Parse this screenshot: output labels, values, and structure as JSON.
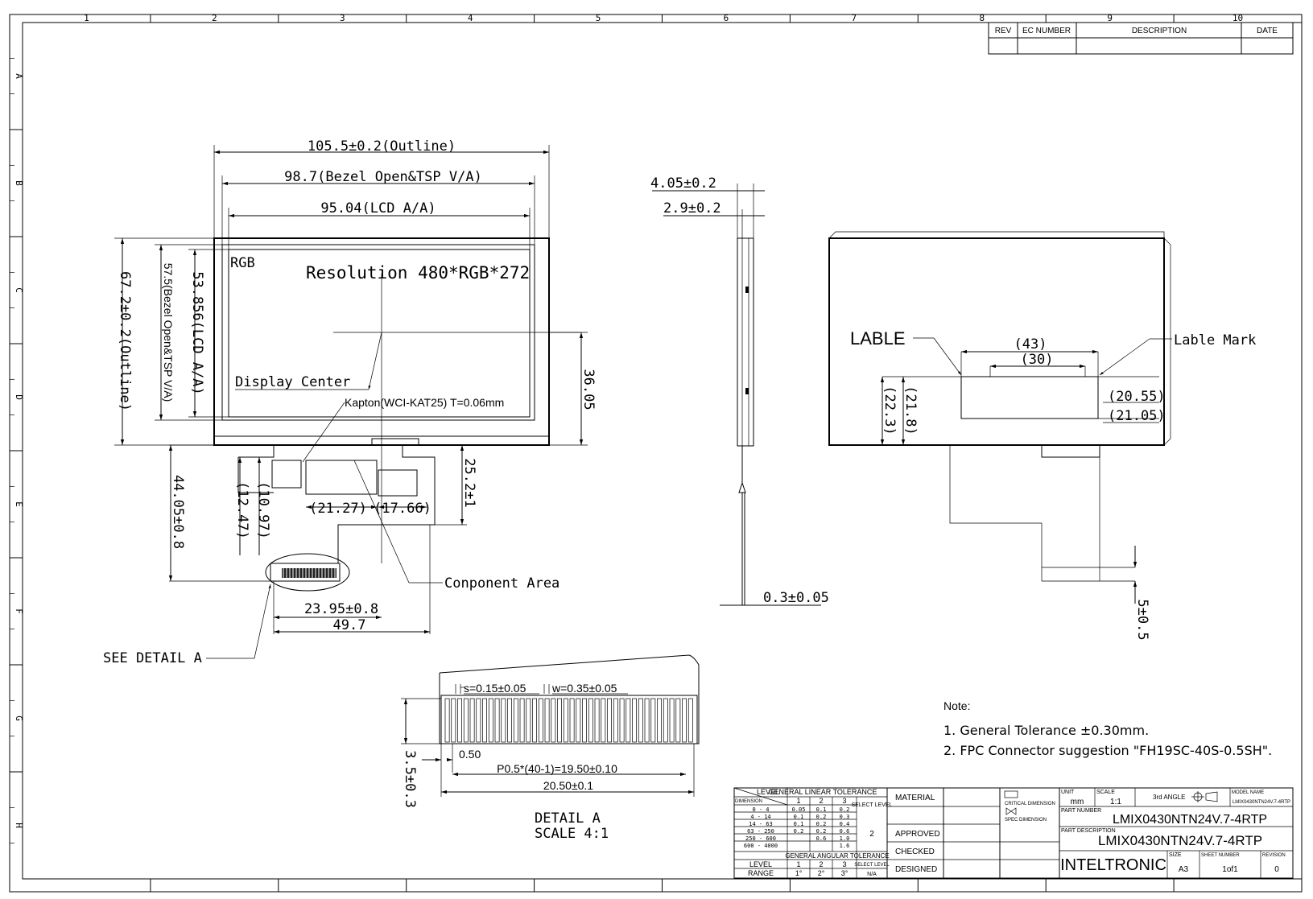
{
  "border": {
    "col_numbers": [
      "1",
      "2",
      "3",
      "4",
      "5",
      "6",
      "7",
      "8",
      "9",
      "10"
    ],
    "row_letters": [
      "A",
      "B",
      "C",
      "D",
      "E",
      "F",
      "G",
      "H"
    ]
  },
  "revision_table": {
    "headers": [
      "REV",
      "EC NUMBER",
      "DESCRIPTION",
      "DATE"
    ]
  },
  "front_view": {
    "outline_width": "105.5±0.2(Outline)",
    "bezel_width": "98.7(Bezel Open&TSP V/A)",
    "lcd_width": "95.04(LCD A/A)",
    "outline_height": "67.2±0.2(Outline)",
    "bezel_height": "57.5(Bezel Open&TSP V/A)",
    "lcd_height": "53.856(LCD A/A)",
    "rgb": "RGB",
    "resolution": "Resolution 480*RGB*272",
    "display_center": "Display Center",
    "kapton": "Kapton(WCI-KAT25) T=0.06mm",
    "center_height": "36.05",
    "fpc_length": "44.05±0.8",
    "dim_1247": "(12.47)",
    "dim_1097": "(10.97)",
    "dim_2127": "(21.27)",
    "dim_1766": "(17.66)",
    "dim_252": "25.2±1",
    "component_area": "Conponent Area",
    "dim_2395": "23.95±0.8",
    "dim_497": "49.7",
    "see_detail": "SEE DETAIL A"
  },
  "side_view": {
    "thickness_total": "4.05±0.2",
    "thickness_panel": "2.9±0.2",
    "fpc_thickness": "0.3±0.05"
  },
  "back_view": {
    "lable": "LABLE",
    "lable_mark": "Lable Mark",
    "dim_43": "(43)",
    "dim_30": "(30)",
    "dim_2055": "(20.55)",
    "dim_2105": "(21.05)",
    "dim_223": "(22.3)",
    "dim_218": "(21.8)",
    "dim_5": "5±0.5"
  },
  "detail_a": {
    "space": "s=0.15±0.05",
    "width": "w=0.35±0.05",
    "dim_050": "0.50",
    "pitch": "P0.5*(40-1)=19.50±0.10",
    "total": "20.50±0.1",
    "height": "3.5±0.3",
    "title": "DETAIL   A",
    "scale": "SCALE   4:1",
    "pin_count": 40
  },
  "notes": {
    "title": "Note:",
    "items": [
      "1. General Tolerance ±0.30mm.",
      "2. FPC Connector suggestion  \"FH19SC-40S-0.5SH\"."
    ]
  },
  "title_block": {
    "level": "LEVEL",
    "dimension": "DIMENSION",
    "general_linear": "GENERAL LINEAR TOLERANCE",
    "level_cols": [
      "1",
      "2",
      "3"
    ],
    "select_level": "SELECT LEVEL",
    "rows": [
      [
        "0 - 4",
        "0.05",
        "0.1",
        "0.2"
      ],
      [
        "4 - 14",
        "0.1",
        "0.2",
        "0.3"
      ],
      [
        "14 - 63",
        "0.1",
        "0.2",
        "0.4"
      ],
      [
        "63 - 250",
        "0.2",
        "0.2",
        "0.6"
      ],
      [
        "250 - 600",
        "",
        "0.6",
        "1.0"
      ],
      [
        "600 - 4000",
        "",
        "",
        "1.6"
      ]
    ],
    "selected_level": "2",
    "general_angular": "GENERAL ANGULAR TOLERANCE",
    "angular_levels": [
      "1",
      "2",
      "3"
    ],
    "range": "RANGE",
    "angular_values": [
      "1°",
      "2°",
      "3°"
    ],
    "na": "N/A",
    "material": "MATERIAL",
    "approved": "APPROVED",
    "checked": "CHECKED",
    "designed": "DESIGNED",
    "critical_dimension": "CRITICAL DIMENSION",
    "spec_dimension": "SPEC DIMENSION",
    "unit_label": "UNIT",
    "unit": "mm",
    "scale_label": "SCALE",
    "scale": "1:1",
    "angle": "3rd ANGLE",
    "model_name_label": "MODEL NAME",
    "model_name": "LMIX0430NTN24V.7-4RTP",
    "part_number_label": "PART NUMBER",
    "part_number": "LMIX0430NTN24V.7-4RTP",
    "part_desc_label": "PART DESCRIPTION",
    "part_desc": "LMIX0430NTN24V.7-4RTP",
    "company": "INTELTRONIC",
    "size_label": "SIZE",
    "size": "A3",
    "sheet_label": "SHEET NUMBER",
    "sheet": "1of1",
    "revision_label": "REVISION",
    "revision": "0"
  }
}
